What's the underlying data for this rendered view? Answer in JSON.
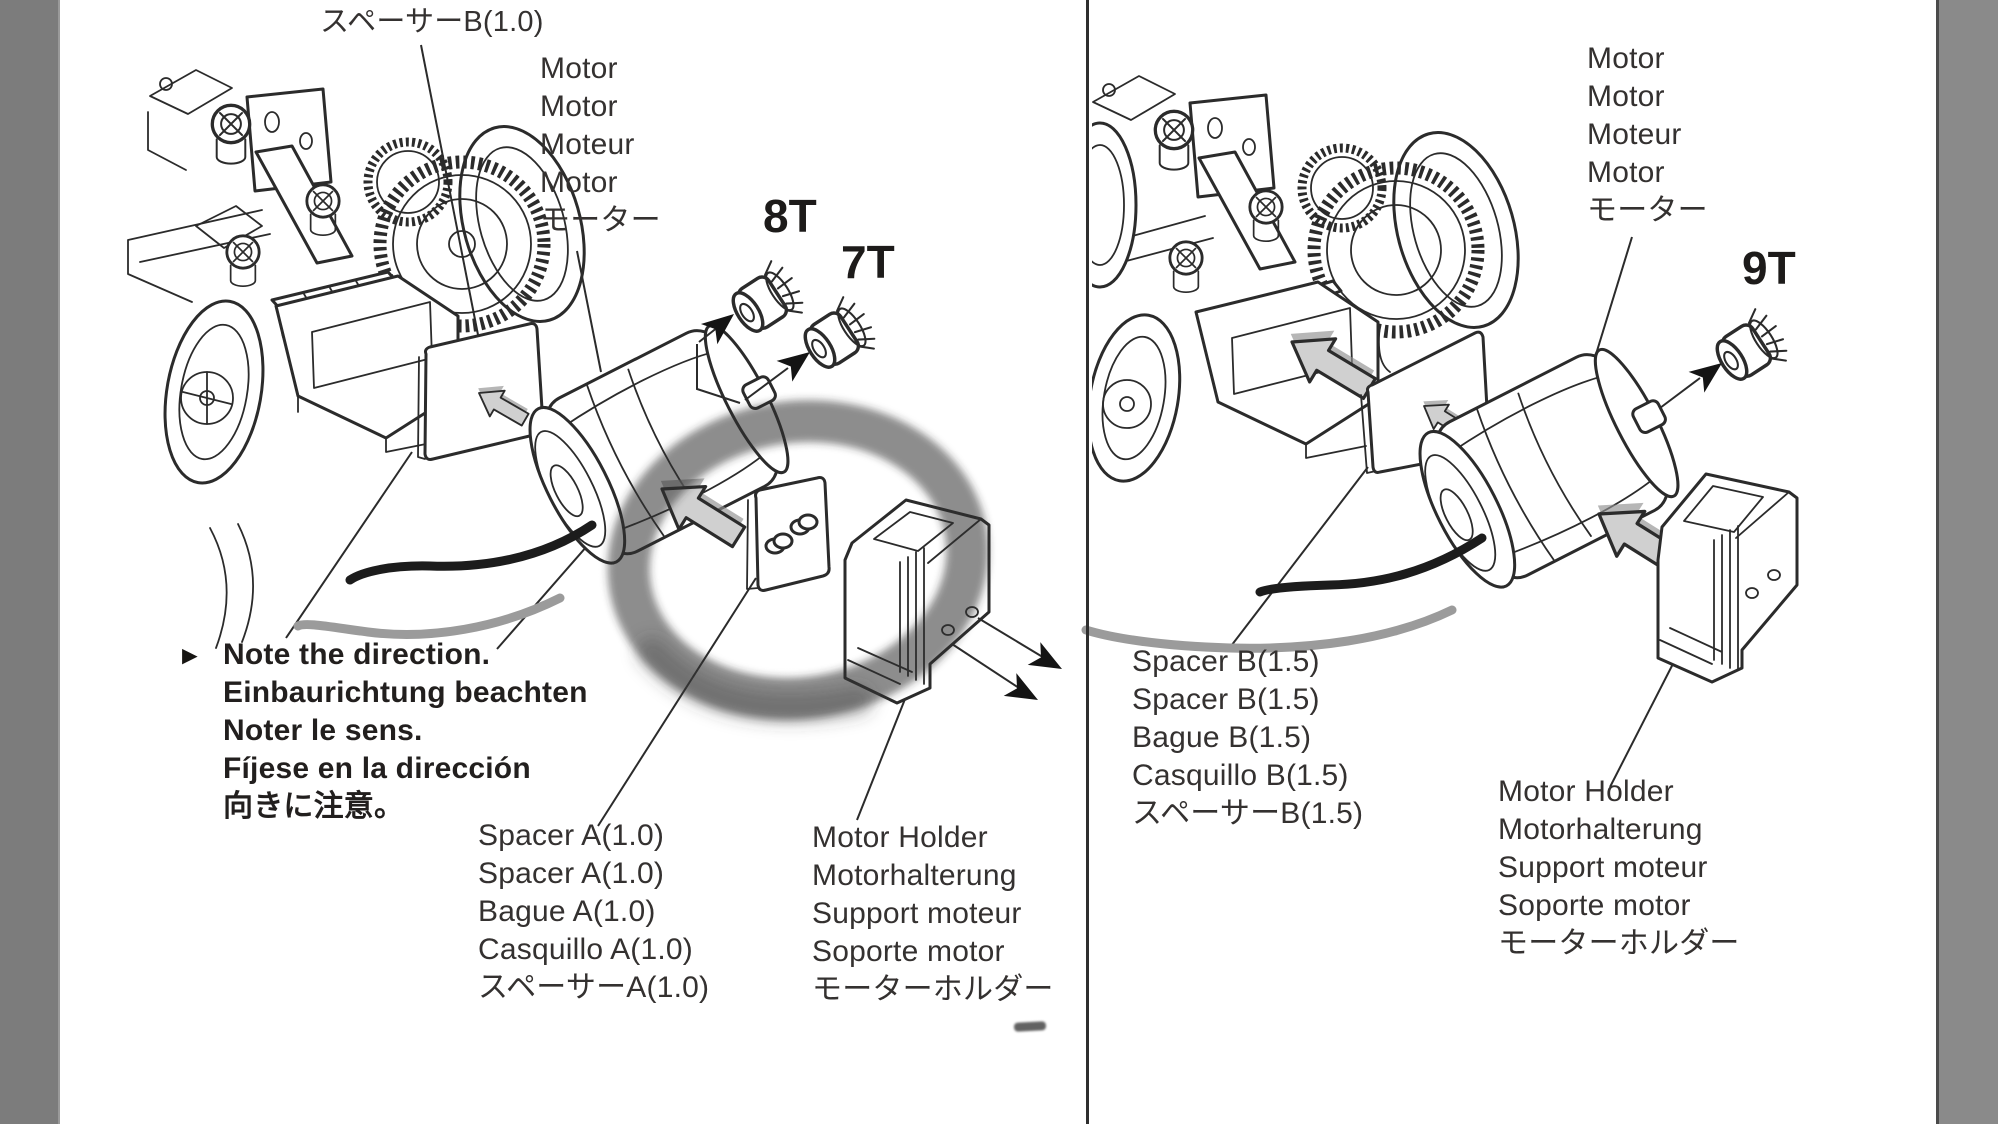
{
  "colors": {
    "page_bg": "#ffffff",
    "left_margin_gray": "#7c7c7c",
    "right_margin_gray": "#8a8a8a",
    "divider": "#2e2e2e",
    "line_ink": "#2b2b2b",
    "label_ink": "#343130",
    "gray_arrow_fill": "#d0d0d0",
    "marker_ring": "rgba(45,45,45,0.55)",
    "wire_black": "#1c1c1c",
    "wire_gray": "#9b9b9b"
  },
  "panels": [
    {
      "id": "left-step",
      "top_spacer_label": "スペーサーB(1.0)",
      "motor_labels": [
        "Motor",
        "Motor",
        "Moteur",
        "Motor",
        "モーター"
      ],
      "pinion_labels": [
        "8T",
        "7T"
      ],
      "note": {
        "marker": "►",
        "lines": [
          "Note the direction.",
          "Einbaurichtung beachten",
          "Noter le sens.",
          "Fíjese en la dirección",
          "向きに注意。"
        ]
      },
      "spacer_labels": [
        "Spacer A(1.0)",
        "Spacer A(1.0)",
        "Bague A(1.0)",
        "Casquillo A(1.0)",
        "スペーサーA(1.0)"
      ],
      "holder_labels": [
        "Motor Holder",
        "Motorhalterung",
        "Support moteur",
        "Soporte motor",
        "モーターホルダー"
      ]
    },
    {
      "id": "right-step",
      "motor_labels": [
        "Motor",
        "Motor",
        "Moteur",
        "Motor",
        "モーター"
      ],
      "pinion_labels": [
        "9T"
      ],
      "spacer_labels": [
        "Spacer B(1.5)",
        "Spacer B(1.5)",
        "Bague B(1.5)",
        "Casquillo B(1.5)",
        "スペーサーB(1.5)"
      ],
      "holder_labels": [
        "Motor Holder",
        "Motorhalterung",
        "Support moteur",
        "Soporte motor",
        "モーターホルダー"
      ]
    }
  ]
}
